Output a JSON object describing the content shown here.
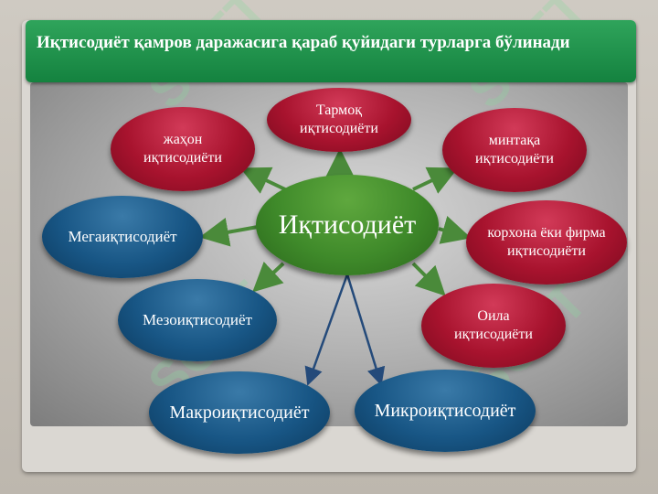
{
  "header": {
    "title": "Иқтисодиёт қамров даражасига қараб қуйидаги турларга бўлинади"
  },
  "diagram": {
    "center": "Иқтисодиёт",
    "nodes": {
      "tarmoq": "Тармоқ иқтисодиёти",
      "jahon": "жаҳон иқтисодиёти",
      "mintaqa": "минтақа иқтисодиёти",
      "mega": "Мегаиқтисодиёт",
      "korxona": "корхона ёки фирма иқтисодиёти",
      "mezo": "Мезоиқтисодиёт",
      "oila": "Оила иқтисодиёти",
      "makro": "Макроиқтисодиёт",
      "mikro": "Микроиқтисодиёт"
    }
  },
  "watermark": {
    "text": "SOFT"
  },
  "colors": {
    "banner": "#14823f",
    "red_node": "#a8132e",
    "blue_node": "#185685",
    "green_node": "#3f8a2a",
    "arrow": "#4a8a3a"
  }
}
